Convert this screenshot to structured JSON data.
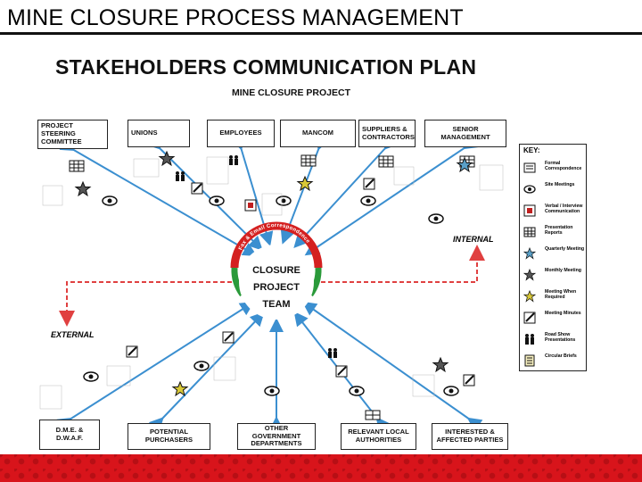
{
  "slide_title": "MINE CLOSURE PROCESS MANAGEMENT",
  "plan_title": "STAKEHOLDERS COMMUNICATION PLAN",
  "plan_subtitle": "MINE CLOSURE PROJECT",
  "center": {
    "line1": "CLOSURE",
    "line2": "PROJECT",
    "line3": "TEAM",
    "arc_text": "Fax & Email Correspondence"
  },
  "top_boxes": [
    {
      "label": "PROJECT STEERING COMMITTEE"
    },
    {
      "label": "UNIONS"
    },
    {
      "label": "EMPLOYEES"
    },
    {
      "label": "MANCOM"
    },
    {
      "label": "SUPPLIERS & CONTRACTORS"
    },
    {
      "label": "SENIOR MANAGEMENT"
    }
  ],
  "bottom_boxes": [
    {
      "label": "D.M.E. & D.W.A.F."
    },
    {
      "label": "POTENTIAL PURCHASERS"
    },
    {
      "label": "OTHER GOVERNMENT DEPARTMENTS"
    },
    {
      "label": "RELEVANT LOCAL AUTHORITIES"
    },
    {
      "label": "INTERESTED & AFFECTED PARTIES"
    }
  ],
  "flow_labels": {
    "internal": "INTERNAL",
    "external": "EXTERNAL"
  },
  "key": {
    "title": "KEY:",
    "items": [
      {
        "icon": "formal-correspondence-icon",
        "label": "Formal Correspondence"
      },
      {
        "icon": "site-meetings-icon",
        "label": "Site Meetings"
      },
      {
        "icon": "verbal-interview-icon",
        "label": "Verbal / Interview Communication"
      },
      {
        "icon": "presentation-reports-icon",
        "label": "Presentation Reports"
      },
      {
        "icon": "quarterly-meeting-icon",
        "label": "Quarterly Meeting"
      },
      {
        "icon": "monthly-meeting-icon",
        "label": "Monthly Meeting"
      },
      {
        "icon": "meeting-when-required-icon",
        "label": "Meeting When Required"
      },
      {
        "icon": "meeting-minutes-icon",
        "label": "Meeting Minutes"
      },
      {
        "icon": "road-show-icon",
        "label": "Road Show Presentations"
      },
      {
        "icon": "circular-briefs-icon",
        "label": "Circular Briefs"
      }
    ]
  },
  "colors": {
    "spoke": "#3b8fd0",
    "internal_arrow": "#e04040",
    "center_arc_red": "#d42020",
    "center_arc_green": "#2a9a3a",
    "footer": "#d8141b"
  }
}
